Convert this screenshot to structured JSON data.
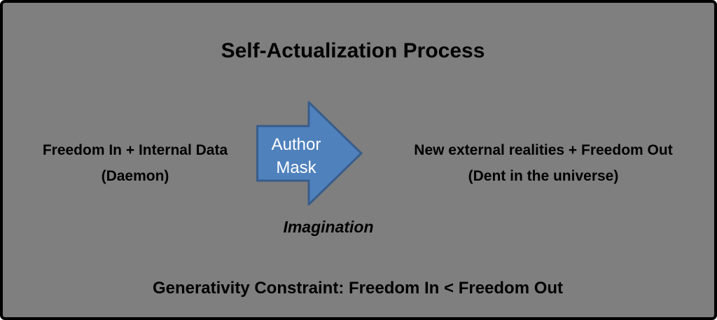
{
  "colors": {
    "background": "#7f7f7f",
    "border": "#000000",
    "text": "#000000",
    "arrow_fill": "#4f81bd",
    "arrow_stroke": "#385d8a",
    "arrow_text": "#ffffff"
  },
  "diagram": {
    "title": "Self-Actualization Process",
    "input": {
      "line1": "Freedom In + Internal Data",
      "line2": "(Daemon)"
    },
    "arrow": {
      "line1": "Author",
      "line2": "Mask"
    },
    "output": {
      "line1": "New external realities + Freedom Out",
      "line2": "(Dent in the universe)"
    },
    "caption": "Imagination",
    "constraint": "Generativity Constraint: Freedom In < Freedom Out"
  }
}
